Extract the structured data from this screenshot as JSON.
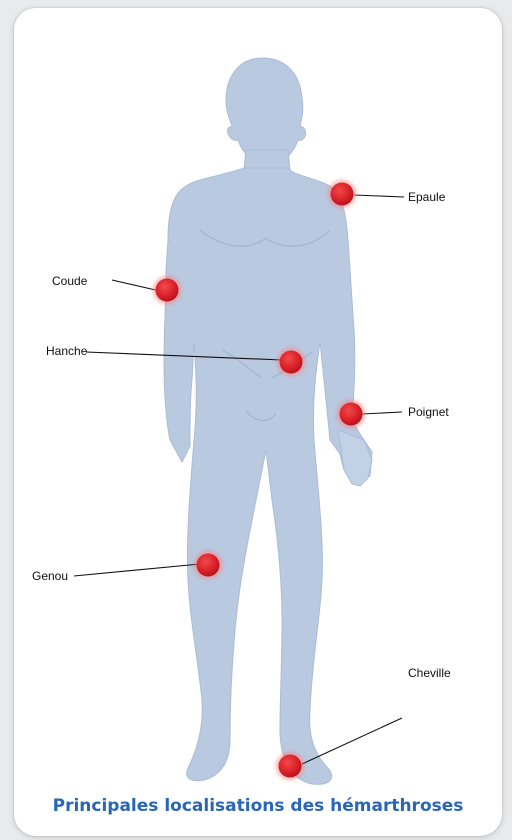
{
  "caption": "Principales localisations des hémarthroses",
  "colors": {
    "body": "#b9c9e0",
    "body_shadow": "#9fb3d2",
    "marker": "#d81e27",
    "caption": "#2a66b8"
  },
  "markers": [
    {
      "id": "epaule",
      "label": "Epaule"
    },
    {
      "id": "coude",
      "label": "Coude"
    },
    {
      "id": "hanche",
      "label": "Hanche"
    },
    {
      "id": "poignet",
      "label": "Poignet"
    },
    {
      "id": "genou",
      "label": "Genou"
    },
    {
      "id": "cheville",
      "label": "Cheville"
    }
  ]
}
